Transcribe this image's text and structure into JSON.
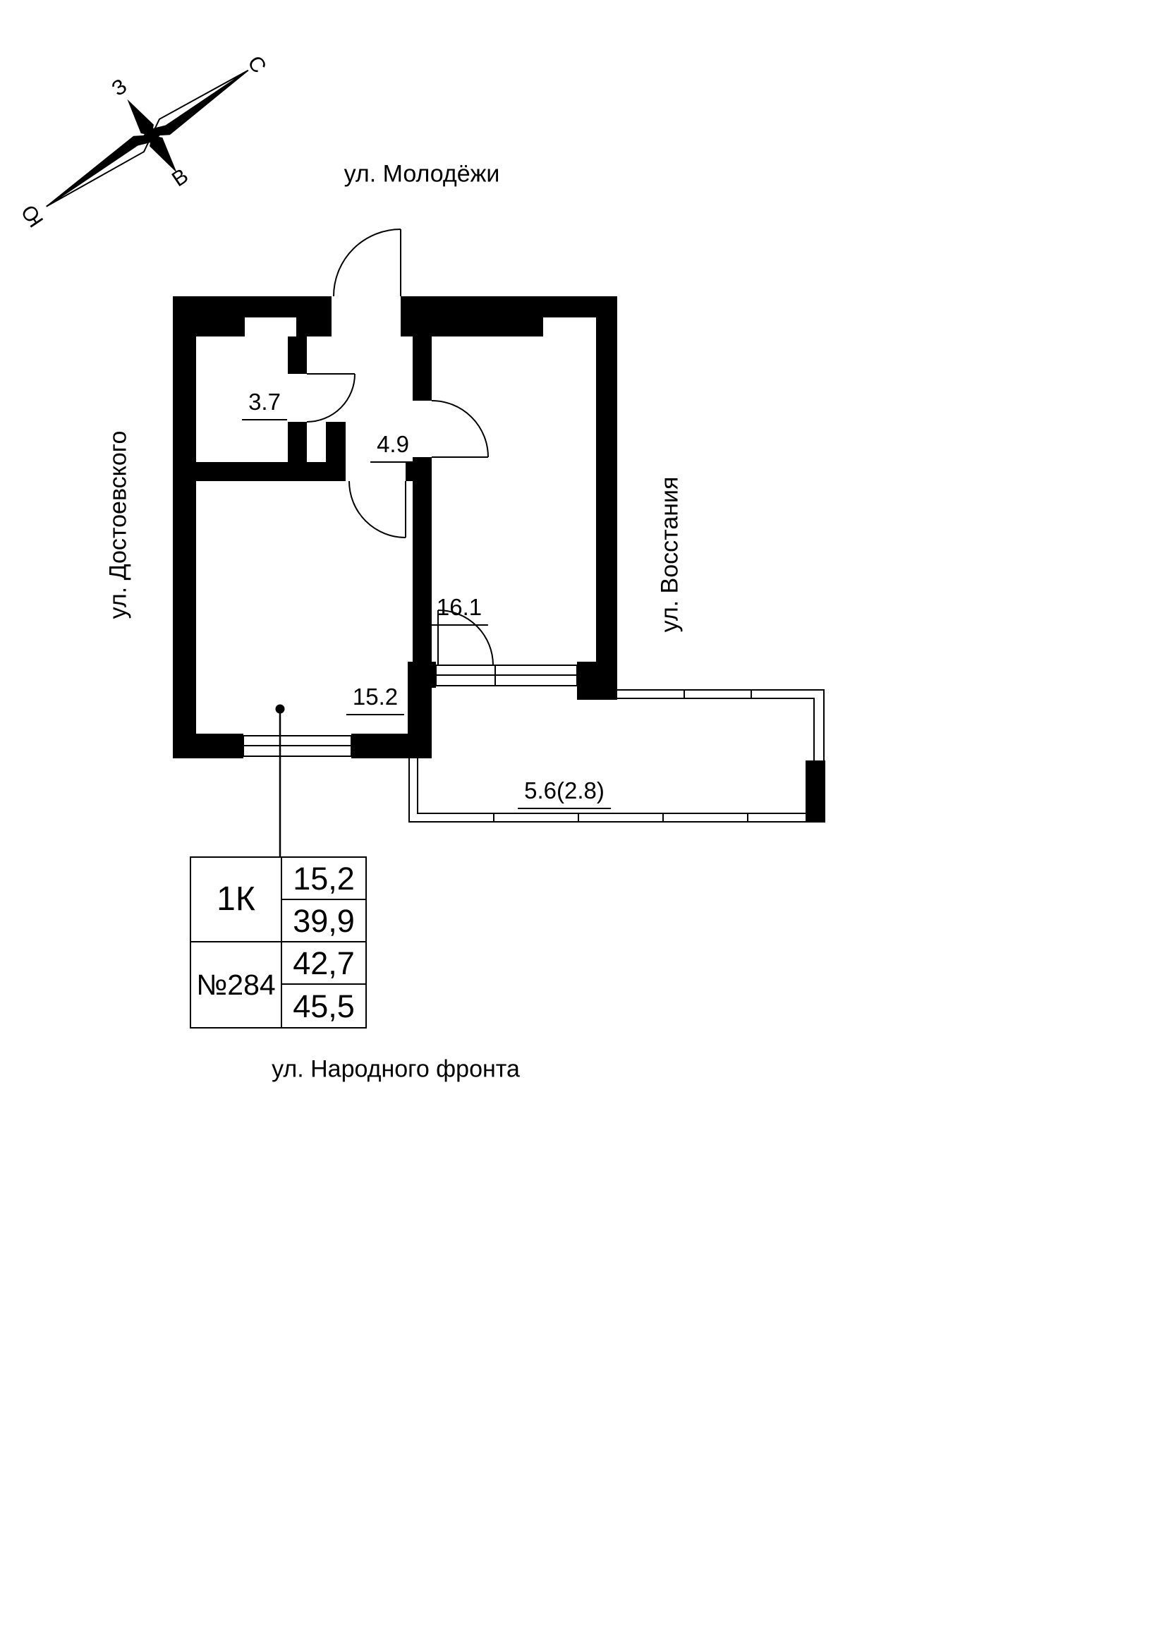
{
  "compass": {
    "north": "С",
    "south": "Ю",
    "west": "З",
    "east": "В"
  },
  "streets": {
    "top": "ул. Молодёжи",
    "left": "ул. Достоевского",
    "right": "ул. Восстания",
    "bottom": "ул. Народного фронта"
  },
  "rooms": {
    "bathroom": {
      "area": "3.7"
    },
    "hallway": {
      "area": "4.9"
    },
    "bedroom": {
      "area": "16.1"
    },
    "living": {
      "area": "15.2"
    },
    "balcony": {
      "area": "5.6(2.8)"
    }
  },
  "info_table": {
    "type": "1К",
    "number": "№284",
    "living_area": "15,2",
    "area_without_balcony": "39,9",
    "area_with_coefficient": "42,7",
    "total_area": "45,5"
  },
  "colors": {
    "wall": "#000000",
    "background": "#ffffff"
  }
}
